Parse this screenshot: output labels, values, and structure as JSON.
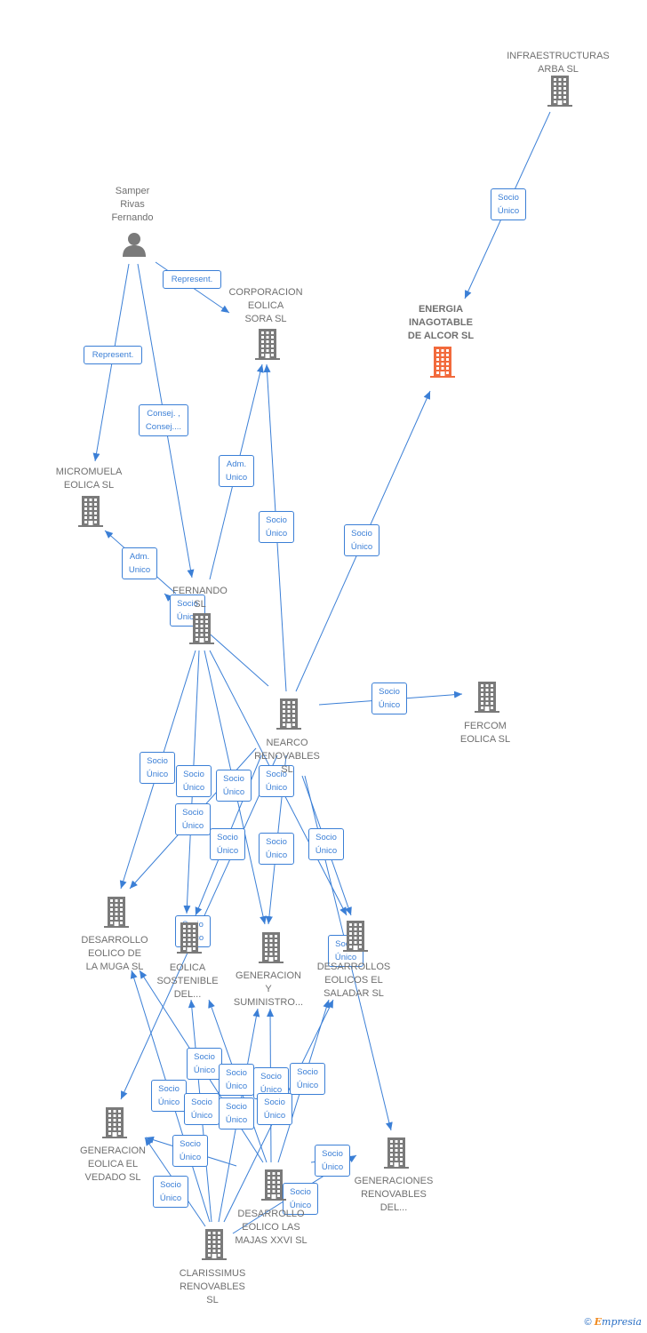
{
  "nodes": [
    {
      "id": "infra",
      "type": "company",
      "label": "INFRAESTRUCTURAS\nARBA  SL"
    },
    {
      "id": "samper",
      "type": "person",
      "label": "Samper\nRivas\nFernando"
    },
    {
      "id": "corp",
      "type": "company",
      "label": "CORPORACION\nEOLICA\nSORA  SL"
    },
    {
      "id": "energia",
      "type": "company",
      "label": "ENERGIA\nINAGOTABLE\nDE ALCOR  SL",
      "focus": true
    },
    {
      "id": "micromuela",
      "type": "company",
      "label": "MICROMUELA\nEOLICA SL"
    },
    {
      "id": "fernando",
      "type": "company",
      "label": "FERNANDO\nSL"
    },
    {
      "id": "nearco",
      "type": "company",
      "label": "NEARCO\nRENOVABLES\nSL"
    },
    {
      "id": "fercom",
      "type": "company",
      "label": "FERCOM\nEOLICA SL"
    },
    {
      "id": "muga",
      "type": "company",
      "label": "DESARROLLO\nEOLICO DE\nLA MUGA SL"
    },
    {
      "id": "sostenible",
      "type": "company",
      "label": "EOLICA\nSOSTENIBLE\nDEL..."
    },
    {
      "id": "generacion",
      "type": "company",
      "label": "GENERACION\nY\nSUMINISTRO..."
    },
    {
      "id": "saladar",
      "type": "company",
      "label": "DESARROLLOS\nEOLICOS EL\nSALADAR SL"
    },
    {
      "id": "vedado",
      "type": "company",
      "label": "GENERACION\nEOLICA EL\nVEDADO SL"
    },
    {
      "id": "generaciones",
      "type": "company",
      "label": "GENERACIONES\nRENOVABLES\nDEL..."
    },
    {
      "id": "majas",
      "type": "company",
      "label": "DESARROLLO\nEOLICO LAS\nMAJAS XXVI  SL"
    },
    {
      "id": "clarissimus",
      "type": "company",
      "label": "CLARISSIMUS\nRENOVABLES\nSL"
    }
  ],
  "edges": [
    {
      "from": "infra",
      "to": "energia",
      "label": "Socio\nÚnico"
    },
    {
      "from": "samper",
      "to": "corp",
      "label": "Represent."
    },
    {
      "from": "samper",
      "to": "micromuela",
      "label": "Represent."
    },
    {
      "from": "samper",
      "to": "fernando",
      "label": "Consej. ,\nConsej...."
    },
    {
      "from": "fernando",
      "to": "corp",
      "label": "Adm.\nUnico"
    },
    {
      "from": "nearco",
      "to": "corp",
      "label": "Socio\nÚnico"
    },
    {
      "from": "nearco",
      "to": "energia",
      "label": "Socio\nÚnico"
    },
    {
      "from": "fernando",
      "to": "micromuela",
      "label": "Adm.\nUnico"
    },
    {
      "from": "nearco",
      "to": "micromuela",
      "label": "Socio\nÚnico"
    },
    {
      "from": "nearco",
      "to": "fercom",
      "label": "Socio\nÚnico"
    },
    {
      "from": "fernando",
      "to": "muga",
      "label": "Socio\nÚnico"
    },
    {
      "from": "fernando",
      "to": "sostenible",
      "label": "Socio\nÚnico"
    },
    {
      "from": "fernando",
      "to": "generacion",
      "label": "Socio\nÚnico"
    },
    {
      "from": "fernando",
      "to": "saladar",
      "label": "Socio\nÚnico"
    },
    {
      "from": "nearco",
      "to": "muga",
      "label": "Socio\nÚnico"
    },
    {
      "from": "nearco",
      "to": "sostenible",
      "label": "Socio\nÚnico"
    },
    {
      "from": "nearco",
      "to": "generacion",
      "label": "Socio\nÚnico"
    },
    {
      "from": "nearco",
      "to": "saladar",
      "label": "Socio\nÚnico"
    },
    {
      "from": "nearco",
      "to": "generaciones",
      "label": "Socio\nÚnico"
    },
    {
      "from": "nearco",
      "to": "vedado",
      "label": "Socio\nÚnico"
    },
    {
      "from": "clarissimus",
      "to": "muga",
      "label": "Socio\nÚnico"
    },
    {
      "from": "clarissimus",
      "to": "sostenible",
      "label": "Socio\nÚnico"
    },
    {
      "from": "clarissimus",
      "to": "generacion",
      "label": "Socio\nÚnico"
    },
    {
      "from": "clarissimus",
      "to": "saladar",
      "label": "Socio\nÚnico"
    },
    {
      "from": "clarissimus",
      "to": "vedado",
      "label": "Socio\nÚnico"
    },
    {
      "from": "clarissimus",
      "to": "generaciones",
      "label": "Socio\nÚnico"
    },
    {
      "from": "majas",
      "to": "muga",
      "label": "Socio\nÚnico"
    },
    {
      "from": "majas",
      "to": "sostenible",
      "label": "Socio\nÚnico"
    },
    {
      "from": "majas",
      "to": "generacion",
      "label": "Socio\nÚnico"
    },
    {
      "from": "majas",
      "to": "saladar",
      "label": "Socio\nÚnico"
    },
    {
      "from": "majas",
      "to": "vedado",
      "label": "Socio\nÚnico"
    },
    {
      "from": "majas",
      "to": "generaciones",
      "label": "Socio\nÚnico"
    }
  ],
  "colors": {
    "edge": "#3b7fd6",
    "node": "#7a7a7a",
    "focus": "#f26a3c"
  },
  "credit": {
    "symbol": "©",
    "brand_initial": "E",
    "brand_rest": "mpresia"
  }
}
